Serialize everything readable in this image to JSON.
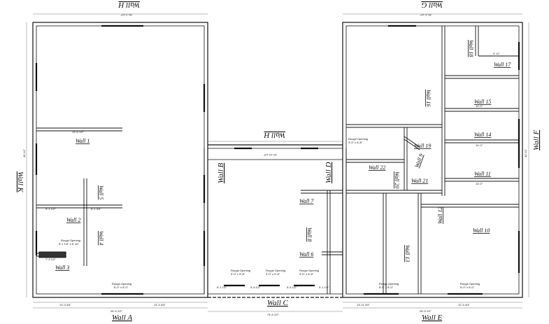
{
  "wall_labels": {
    "a": "Wall A",
    "b": "Wall B",
    "c": "Wall C",
    "d": "Wall D",
    "e": "Wall E",
    "f": "Wall F",
    "g": "Wall G",
    "h": "Wall H",
    "k": "Wall K"
  },
  "interior_labels": {
    "w1": "Wall 1",
    "w2": "Wall 2",
    "w3": "Wall 3",
    "w4": "Wall 4",
    "w5": "Wall 5",
    "w6": "Wall 6",
    "w7": "Wall 7",
    "w8": "Wall 8",
    "w9": "Wall 9",
    "w10": "Wall 10",
    "w11": "Wall 11",
    "w12": "Wall 12",
    "w13": "Wall 13",
    "w14": "Wall 14",
    "w15": "Wall 15",
    "w16": "Wall 16",
    "w17": "Wall 17",
    "w18": "Wall 18",
    "w19": "Wall 19",
    "w20": "Wall 20",
    "w21": "Wall 21",
    "w22": "Wall 22"
  },
  "openings": {
    "ro_label": "Rough Opening",
    "o1": "6'-0\" x 6'-0\"",
    "o2": "3'-0\" x 6'-8\"",
    "o3": "3'-0\" x 6'-8\"",
    "o4": "3'-0\" x 6'-8\"",
    "o5": "3'-0\" x 6'-8\"",
    "o6": "6'-0\" x 6'-0\"",
    "o7": "6'-0\" x 6'-0\"",
    "o8": "5'-1 1/4\" x 6'-10\""
  },
  "dimensions": {
    "left_bottom_total": "26'-5 1/2\"",
    "left_bottom_a": "13'-3 3/4\"",
    "left_bottom_b": "13'-3 3/4\"",
    "center_total": "74'-6 1/2\"",
    "right_bottom_total": "26'-5 1/2\"",
    "right_bottom_a": "13'-11 3/4\"",
    "right_bottom_b": "12'-5 3/4\"",
    "left_top": "26'-3 1/2\"",
    "right_top": "26'-5 1/2\"",
    "corridor_top": "12'-10 1/2\"",
    "left_room_width": "13'-6 1/2\"",
    "wall1_len": "12'-6 1/2\"",
    "left_mid_a": "5'-1 1/2\"",
    "left_mid_b": "6'-1 3/4\"",
    "wall3_len": "7'-3 1/2\"",
    "c_seg1": "5'-1 1/2\"",
    "c_seg2": "5'-6 1/2\"",
    "c_seg3": "5'-6 1/2\"",
    "c_seg4": "5'-1 1/2\"",
    "r_seg1": "10'-0\"",
    "r_seg2": "10'-0\"",
    "r_seg3": "3'-11\"",
    "r_seg4": "10'-0\"",
    "right_height": "40'-11\"",
    "left_height": "40'-11\""
  }
}
